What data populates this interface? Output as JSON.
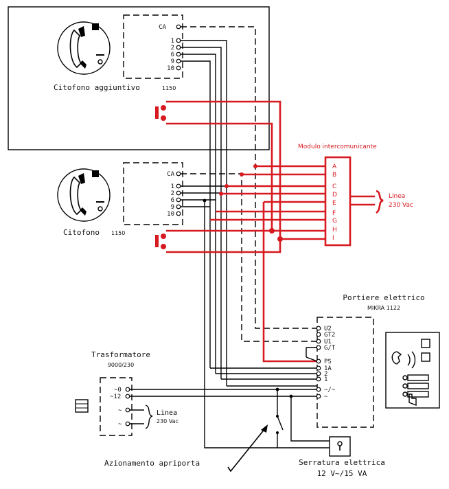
{
  "handset_unit_top": {
    "caption": "Citofono aggiuntivo",
    "model": "1150",
    "terminals": [
      "CA",
      "1",
      "2",
      "6",
      "9",
      "10"
    ]
  },
  "handset_unit_bottom": {
    "caption": "Citofono",
    "model": "1150",
    "terminals": [
      "CA",
      "1",
      "2",
      "6",
      "9",
      "10"
    ]
  },
  "intercom_module": {
    "title": "Modulo intercomunicante",
    "terminals": [
      "A",
      "B",
      "C",
      "D",
      "E",
      "F",
      "G",
      "H",
      "I"
    ],
    "line_label": "Linea",
    "line_voltage": "230 Vac"
  },
  "door_panel": {
    "title": "Portiere elettrico",
    "model": "MIKRA 1122",
    "terminals": [
      "U2",
      "GT2",
      "U1",
      "G/T",
      "PS",
      "1A",
      "2",
      "1",
      "~/~",
      "~"
    ]
  },
  "transformer": {
    "title": "Trasformatore",
    "model": "9000/230",
    "terminals": [
      "~0",
      "~12",
      "~",
      "~"
    ],
    "line_label": "Linea",
    "line_voltage": "230 Vac"
  },
  "door_opener_label": "Azionamento apriporta",
  "electric_lock": {
    "title": "Serratura elettrica",
    "rating": "12 V~/15 VA"
  },
  "colors": {
    "wire": "#000000",
    "intercom_wire": "#d71920"
  }
}
